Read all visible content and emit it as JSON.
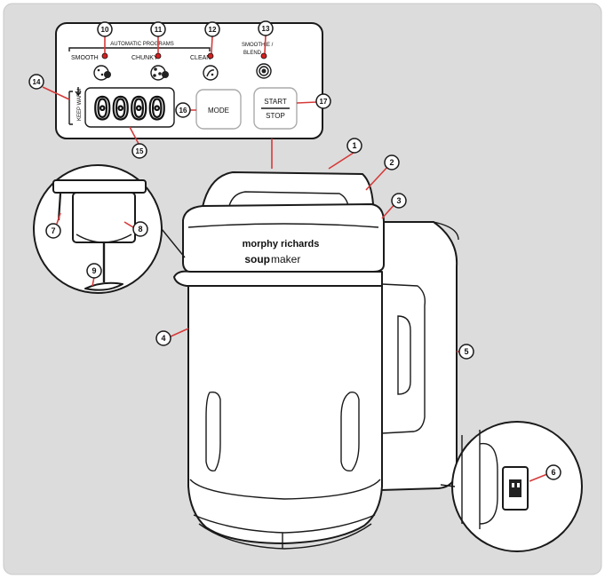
{
  "panel": {
    "program_group_label": "AUTOMATIC PROGRAMS",
    "buttons": {
      "smooth": "SMOOTH",
      "chunky": "CHUNKY",
      "clean": "CLEAN",
      "smoothie_line1": "SMOOTHIE /",
      "smoothie_line2": "BLEND"
    },
    "display": "0000",
    "mode": "MODE",
    "start": "START",
    "stop": "STOP",
    "keep_warm": "KEEP WARM"
  },
  "brand": {
    "line1": "morphy richards",
    "line2_bold": "soup",
    "line2_light": "maker"
  },
  "callouts": {
    "c1": "1",
    "c2": "2",
    "c3": "3",
    "c4": "4",
    "c5": "5",
    "c6": "6",
    "c7": "7",
    "c8": "8",
    "c9": "9",
    "c10": "10",
    "c11": "11",
    "c12": "12",
    "c13": "13",
    "c14": "14",
    "c15": "15",
    "c16": "16",
    "c17": "17"
  },
  "colors": {
    "background": "#dcdcdc",
    "accent": "#d63a3a",
    "outline": "#1a1a1a"
  }
}
